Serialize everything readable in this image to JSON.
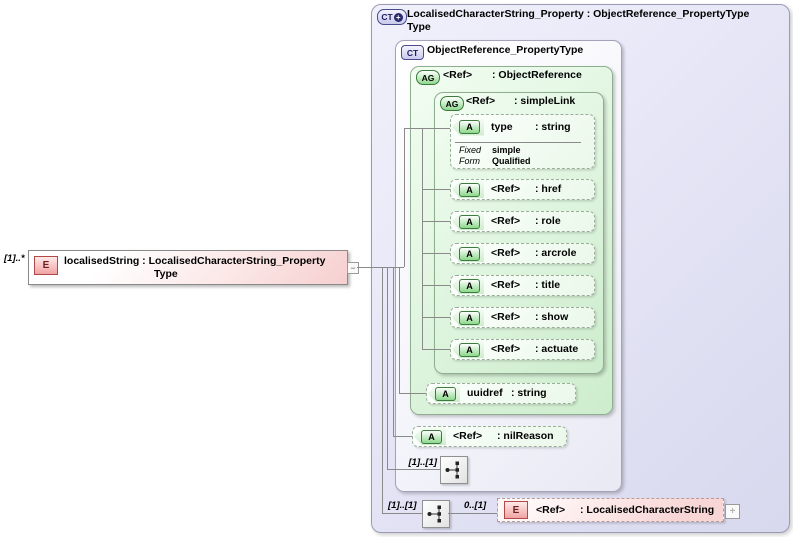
{
  "element": {
    "cardinality": "[1]..*",
    "badge": "E",
    "line1": "localisedString : LocalisedCharacterString_Property",
    "line2": "Type",
    "collapse_glyph": "−"
  },
  "panel": {
    "badge": "CT",
    "badge_plus": "+",
    "title_line1": "LocalisedCharacterString_Property : ObjectReference_PropertyType",
    "title_line2": "Type"
  },
  "ct_box": {
    "badge": "CT",
    "title": "ObjectReference_PropertyType"
  },
  "groups": {
    "object_reference": {
      "badge": "AG",
      "name": "<Ref>",
      "type": ": ObjectReference"
    },
    "simple_link": {
      "badge": "AG",
      "name": "<Ref>",
      "type": ": simpleLink"
    }
  },
  "attributes": {
    "simple_link": [
      {
        "badge": "A",
        "name": "type",
        "type": ": string",
        "facets": [
          {
            "label": "Fixed",
            "value": "simple"
          },
          {
            "label": "Form",
            "value": "Qualified"
          }
        ]
      },
      {
        "badge": "A",
        "name": "<Ref>",
        "type": ": href"
      },
      {
        "badge": "A",
        "name": "<Ref>",
        "type": ": role"
      },
      {
        "badge": "A",
        "name": "<Ref>",
        "type": ": arcrole"
      },
      {
        "badge": "A",
        "name": "<Ref>",
        "type": ": title"
      },
      {
        "badge": "A",
        "name": "<Ref>",
        "type": ": show"
      },
      {
        "badge": "A",
        "name": "<Ref>",
        "type": ": actuate"
      }
    ],
    "uuidref": {
      "badge": "A",
      "name": "uuidref",
      "type": ": string"
    },
    "nil_reason": {
      "badge": "A",
      "name": "<Ref>",
      "type": ": nilReason"
    }
  },
  "sequences": {
    "inner": {
      "cardinality": "[1]..[1]"
    },
    "outer": {
      "cardinality": "[1]..[1]",
      "child_cardinality": "0..[1]"
    }
  },
  "ref_element": {
    "badge": "E",
    "name": "<Ref>",
    "type": ": LocalisedCharacterString",
    "expand_glyph": "+"
  },
  "colors": {
    "panel_bg": "#e3e3f5",
    "group_green": "#cdeccd",
    "element_pink": "#f6cfcf",
    "line": "#8a8a8a"
  }
}
